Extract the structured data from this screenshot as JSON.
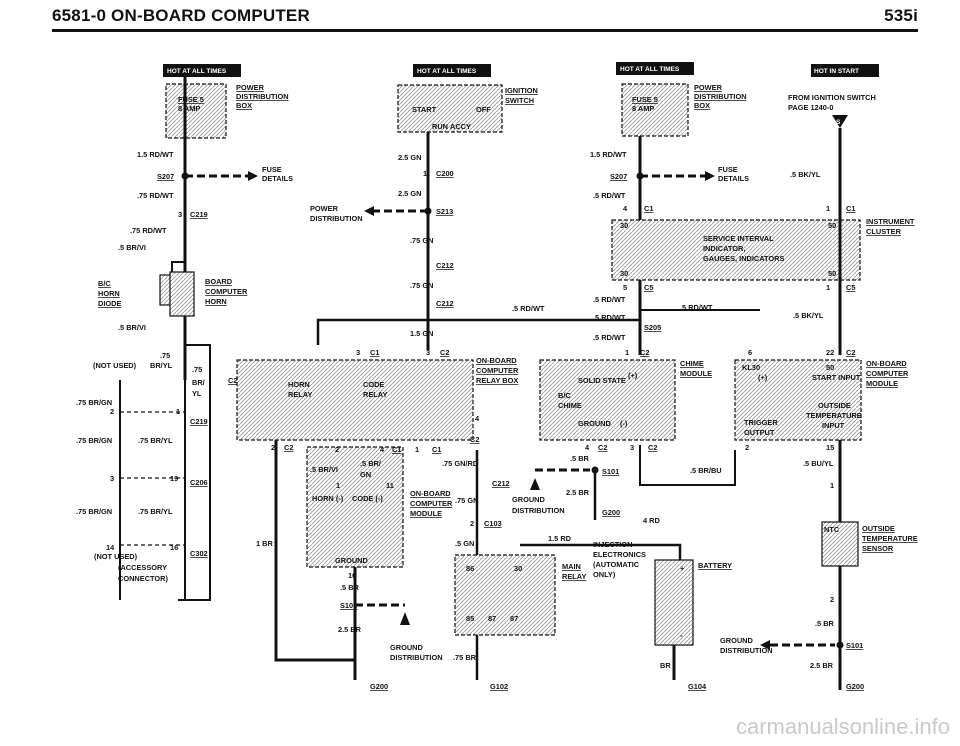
{
  "header": {
    "left": "6581-0 ON-BOARD COMPUTER",
    "right": "535i"
  },
  "watermark": "carmanualsonline.info",
  "tags": {
    "hot_all": "HOT AT ALL TIMES",
    "hot_start": "HOT IN START"
  },
  "col1": {
    "fuse": "FUSE 5",
    "fuse_amp": "8 AMP",
    "pdb": [
      "POWER",
      "DISTRIBUTION",
      "BOX"
    ],
    "w1": "1.5 RD/WT",
    "s207": "S207",
    "fuse_details": [
      "FUSE",
      "DETAILS"
    ],
    "w2": ".75 RD/WT",
    "c219_pin": "3",
    "c219": "C219",
    "w3": ".75 RD/WT",
    "w4": ".5 BR/VI",
    "diode": [
      "B/C",
      "HORN",
      "DIODE"
    ],
    "bch": [
      "BOARD",
      "COMPUTER",
      "HORN"
    ],
    "w5": ".5 BR/VI",
    "w6": ".75",
    "not_used": "(NOT USED)",
    "w7": "BR/YL",
    "w8": ".75",
    "w9": "BR/",
    "w10": "YL",
    "w11": ".75 BR/GN",
    "p2": "2",
    "p1": "1",
    "c219b": "C219",
    "w12": ".75 BR/GN",
    "w13": ".75 BR/YL",
    "p3": "3",
    "p19": "19",
    "c206": "C206",
    "w14": ".75 BR/GN",
    "w15": ".75 BR/YL",
    "p14": "14",
    "p16": "16",
    "not_used2": "(NOT USED)",
    "c302": "C302",
    "acc": [
      "(ACCESSORY",
      "CONNECTOR)"
    ],
    "c2": "C2"
  },
  "col2": {
    "ign": [
      "IGNITION",
      "SWITCH"
    ],
    "start": "START",
    "off": "OFF",
    "run": "RUN",
    "accy": "ACCY",
    "w1": "2.5 GN",
    "p1": "1",
    "c200": "C200",
    "w2": "2.5 GN",
    "pd": [
      "POWER",
      "DISTRIBUTION"
    ],
    "s213": "S213",
    "w3": ".75 GN",
    "c212": "C212",
    "w4": ".75 GN",
    "c212b": "C212",
    "w5": ".5 RD/WT",
    "w6": "1.5 GN",
    "p3": "3",
    "c1": "C1",
    "p3b": "3",
    "c2": "C2",
    "obcrb": [
      "ON-BOARD",
      "COMPUTER",
      "RELAY BOX"
    ],
    "horn_relay": [
      "HORN",
      "RELAY"
    ],
    "code_relay": [
      "CODE",
      "RELAY"
    ],
    "p4": "4",
    "c2b": "C2",
    "p2": "2",
    "c2c": "C2",
    "p2b": "2",
    "p4b": "4",
    "c1b": "C1",
    "p1b": "1",
    "c1c": "C1",
    "w7": ".5 BR/VI",
    "w8": ".5 BR/",
    "w9": "GN",
    "w10": ".75 GN/RD",
    "p1c": "1",
    "p11": "11",
    "horn_code": [
      "HORN (-)",
      "CODE (-)"
    ],
    "obcm": [
      "ON-BOARD",
      "COMPUTER",
      "MODULE"
    ],
    "c212c": "C212",
    "w11": ".75 GN",
    "p2c": "2",
    "c103": "C103",
    "w12": ".5 GN",
    "w13": "1 BR",
    "ground": "GROUND",
    "p10": "10",
    "w14": ".5 BR",
    "s101": "S101",
    "w15": "2.5 BR",
    "gd": [
      "GROUND",
      "DISTRIBUTION"
    ],
    "w16": ".75 BR",
    "g200": "G200",
    "g102": "G102"
  },
  "col3": {
    "fuse": "FUSE 5",
    "fuse_amp": "8 AMP",
    "pdb": [
      "POWER",
      "DISTRIBUTION",
      "BOX"
    ],
    "w1": "1.5 RD/WT",
    "s207": "S207",
    "fuse_details": [
      "FUSE",
      "DETAILS"
    ],
    "w2": ".5 RD/WT",
    "p4": "4",
    "c1": "C1",
    "p30": "30",
    "sii": [
      "SERVICE INTERVAL",
      "INDICATOR,",
      "GAUGES, INDICATORS"
    ],
    "p30b": "30",
    "p5": "5",
    "c5": "C5",
    "w3": ".5 RD/WT",
    "w4": ".5 RD/WT",
    "w5": ".5 RD/WT",
    "s205": "S205",
    "w6": ".5 RD/WT",
    "p1": "1",
    "c2": "C2",
    "chime": [
      "CHIME",
      "MODULE"
    ],
    "solid": "SOLID STATE",
    "plus": "(+)",
    "bc": [
      "B/C",
      "CHIME"
    ],
    "ground": "GROUND",
    "minus": "(-)",
    "p4b": "4",
    "c2b": "C2",
    "p3": "3",
    "c2c": "C2",
    "w7": ".5 BR",
    "s101": "S101",
    "w8": ".5 BR/BU",
    "gd": [
      "GROUND",
      "DISTRIBUTION"
    ],
    "w9": "2.5 BR",
    "g200": "G200",
    "w10": "4 RD",
    "w11": "1.5 RD",
    "main": [
      "MAIN",
      "RELAY"
    ],
    "inj": [
      "INJECTION",
      "ELECTRONICS",
      "(AUTOMATIC",
      "ONLY)"
    ],
    "p86": "86",
    "p30c": "30",
    "p85": "85",
    "p87": "87",
    "p87b": "87",
    "battery": "BATTERY",
    "bat_plus": "+",
    "bat_minus": "-",
    "w12": "BR",
    "g104": "G104"
  },
  "col4": {
    "from": [
      "FROM IGNITION SWITCH",
      "PAGE 1240-0"
    ],
    "s": "S",
    "w1": ".5 BK/YL",
    "p1": "1",
    "c1": "C1",
    "p50": "50",
    "ic": [
      "INSTRUMENT",
      "CLUSTER"
    ],
    "p50b": "50",
    "p1b": "1",
    "c5": "C5",
    "w2": ".5 BK/YL",
    "p6": "6",
    "p22": "22",
    "c2": "C2",
    "obcm": [
      "ON-BOARD",
      "COMPUTER",
      "MODULE"
    ],
    "kl30": "KL30",
    "p50c": "50",
    "start_in": "START INPUT",
    "sq": "(+)",
    "oti": [
      "OUTSIDE",
      "TEMPERATURE",
      "INPUT"
    ],
    "trig": [
      "TRIGGER",
      "OUTPUT"
    ],
    "p2": "2",
    "p15": "15",
    "w3": ".5 BU/YL",
    "p1c": "1",
    "ntc": "NTC",
    "ots": [
      "OUTSIDE",
      "TEMPERATURE",
      "SENSOR"
    ],
    "p2b": "2",
    "w4": ".5 BR",
    "gd": [
      "GROUND",
      "DISTRIBUTION"
    ],
    "s101": "S101",
    "w5": "2.5 BR",
    "g200": "G200"
  }
}
